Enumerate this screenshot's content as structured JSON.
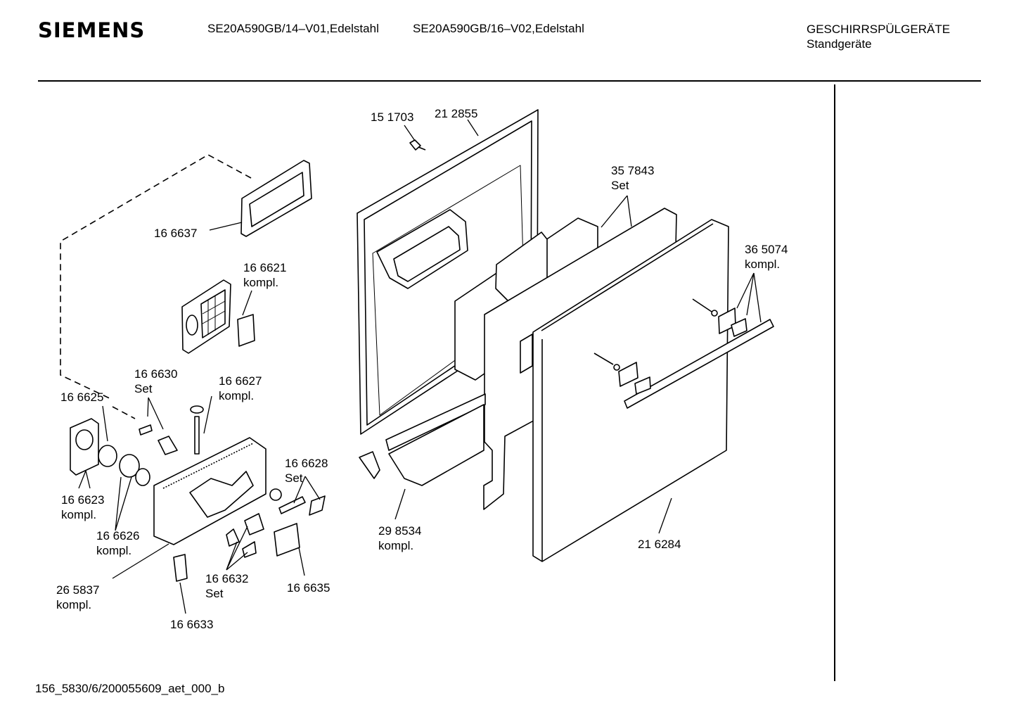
{
  "header": {
    "brand": "SIEMENS",
    "model_1": "SE20A590GB/14–V01,Edelstahl",
    "model_2": "SE20A590GB/16–V02,Edelstahl",
    "category": "GESCHIRRSPÜLGERÄTE",
    "subcategory": "Standgeräte"
  },
  "footer": {
    "doc_id": "156_5830/6/200055609_aet_000_b"
  },
  "parts": {
    "p151703": {
      "num": "15 1703"
    },
    "p212855": {
      "num": "21 2855"
    },
    "p357843": {
      "num": "35 7843",
      "note": "Set"
    },
    "p365074": {
      "num": "36 5074",
      "note": "kompl."
    },
    "p166637": {
      "num": "16 6637"
    },
    "p166621": {
      "num": "16 6621",
      "note": "kompl."
    },
    "p166630": {
      "num": "16 6630",
      "note": "Set"
    },
    "p166627": {
      "num": "16 6627",
      "note": "kompl."
    },
    "p166625": {
      "num": "16 6625"
    },
    "p166623": {
      "num": "16 6623",
      "note": "kompl."
    },
    "p166626": {
      "num": "16 6626",
      "note": "kompl."
    },
    "p166628": {
      "num": "16 6628",
      "note": "Set"
    },
    "p265837": {
      "num": "26 5837",
      "note": "kompl."
    },
    "p166632": {
      "num": "16 6632",
      "note": "Set"
    },
    "p166635": {
      "num": "16 6635"
    },
    "p166633": {
      "num": "16 6633"
    },
    "p298534": {
      "num": "29 8534",
      "note": "kompl."
    },
    "p216284": {
      "num": "21 6284"
    }
  }
}
